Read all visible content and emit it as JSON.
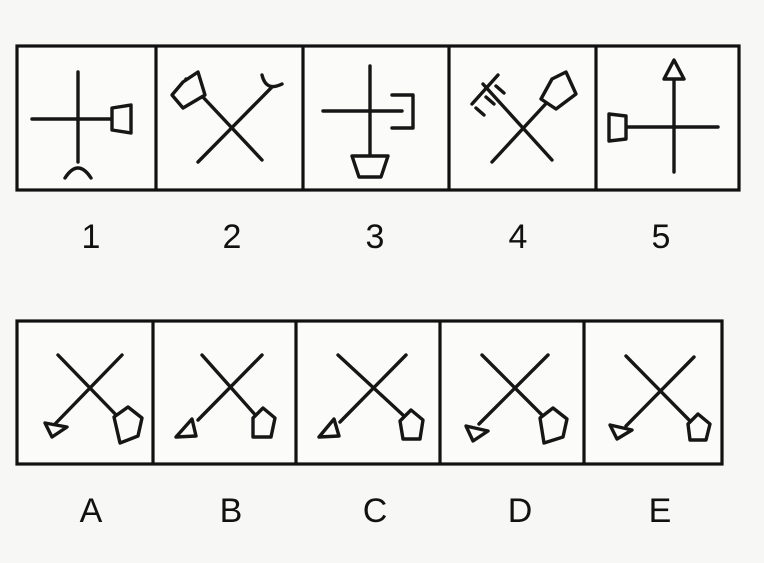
{
  "question": {
    "top_labels": [
      "1",
      "2",
      "3",
      "4",
      "5"
    ],
    "option_labels": [
      "A",
      "B",
      "C",
      "D",
      "E"
    ]
  }
}
